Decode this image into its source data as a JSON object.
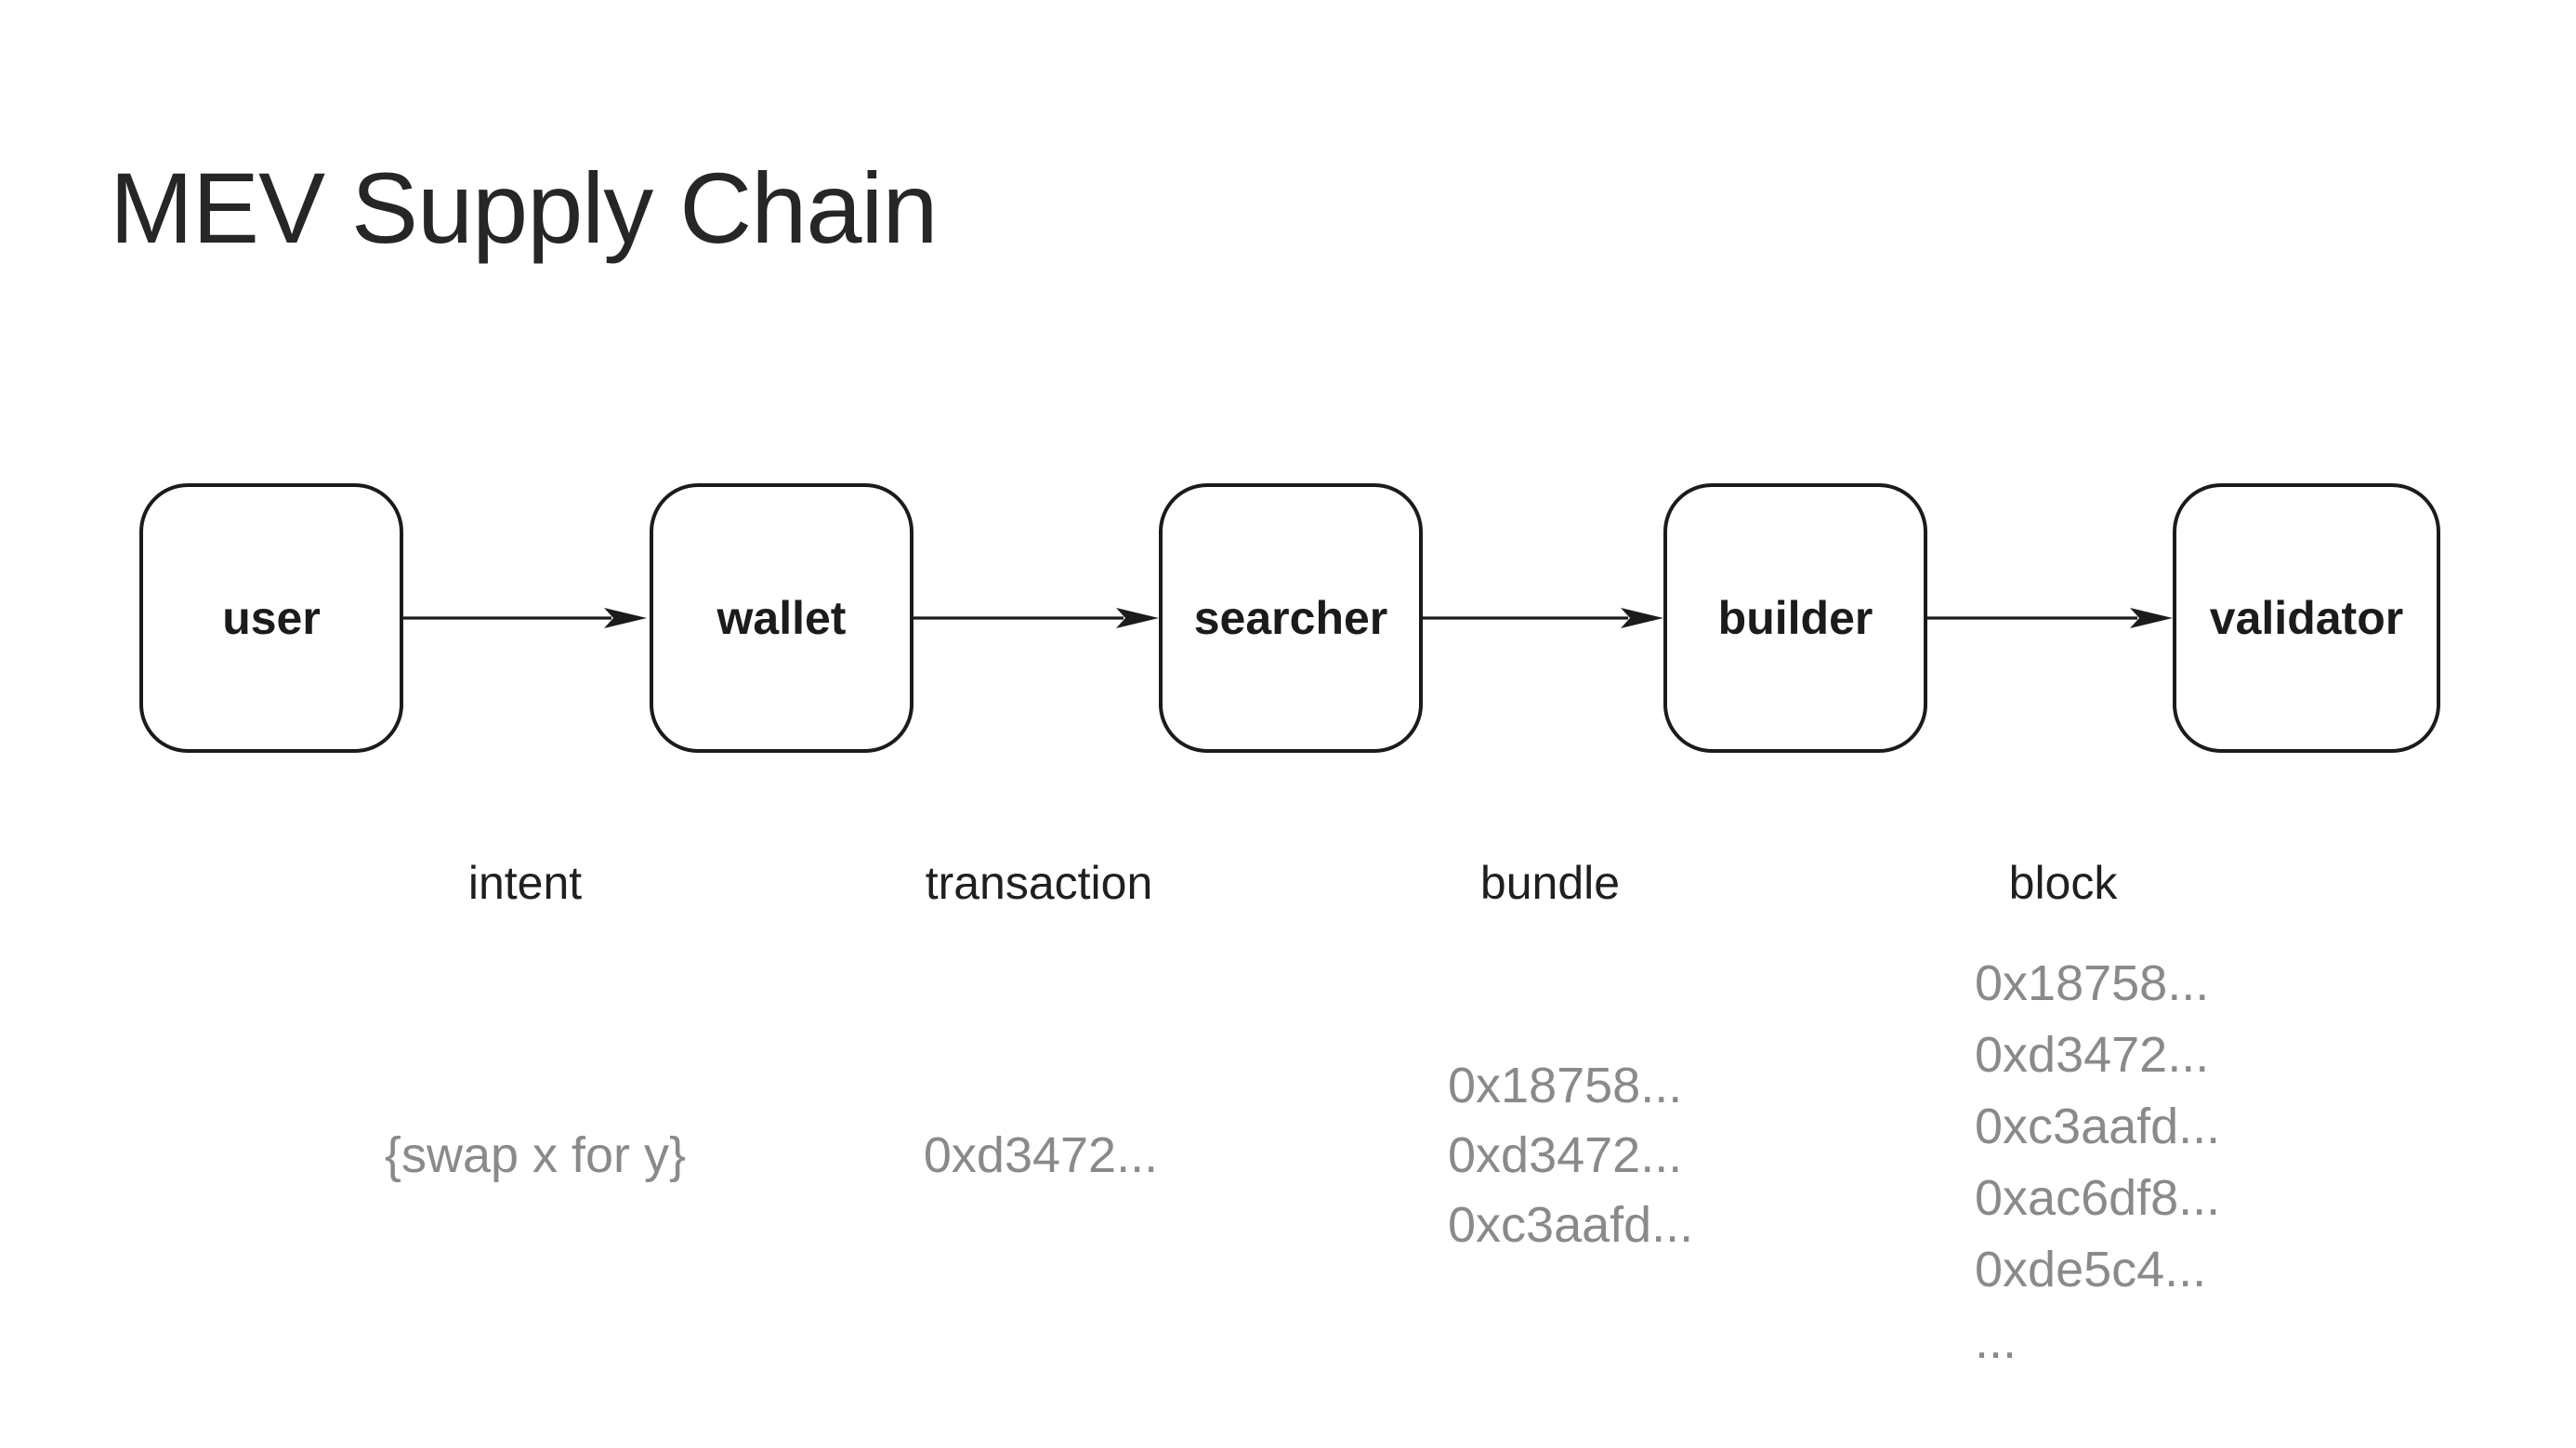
{
  "title": "MEV Supply Chain",
  "colors": {
    "background": "#ffffff",
    "ink": "#1b1b1b",
    "label": "#1f1f1f",
    "muted": "#8a8a8a"
  },
  "nodes": [
    {
      "label": "user"
    },
    {
      "label": "wallet"
    },
    {
      "label": "searcher"
    },
    {
      "label": "builder"
    },
    {
      "label": "validator"
    }
  ],
  "edges": [
    {
      "from": "user",
      "to": "wallet",
      "label": "intent",
      "payload": [
        "{swap x for y}"
      ]
    },
    {
      "from": "wallet",
      "to": "searcher",
      "label": "transaction",
      "payload": [
        "0xd3472..."
      ]
    },
    {
      "from": "searcher",
      "to": "builder",
      "label": "bundle",
      "payload": [
        "0x18758...",
        "0xd3472...",
        "0xc3aafd..."
      ]
    },
    {
      "from": "builder",
      "to": "validator",
      "label": "block",
      "payload": [
        "0x18758...",
        "0xd3472...",
        "0xc3aafd...",
        "0xac6df8...",
        "0xde5c4...",
        "..."
      ]
    }
  ]
}
